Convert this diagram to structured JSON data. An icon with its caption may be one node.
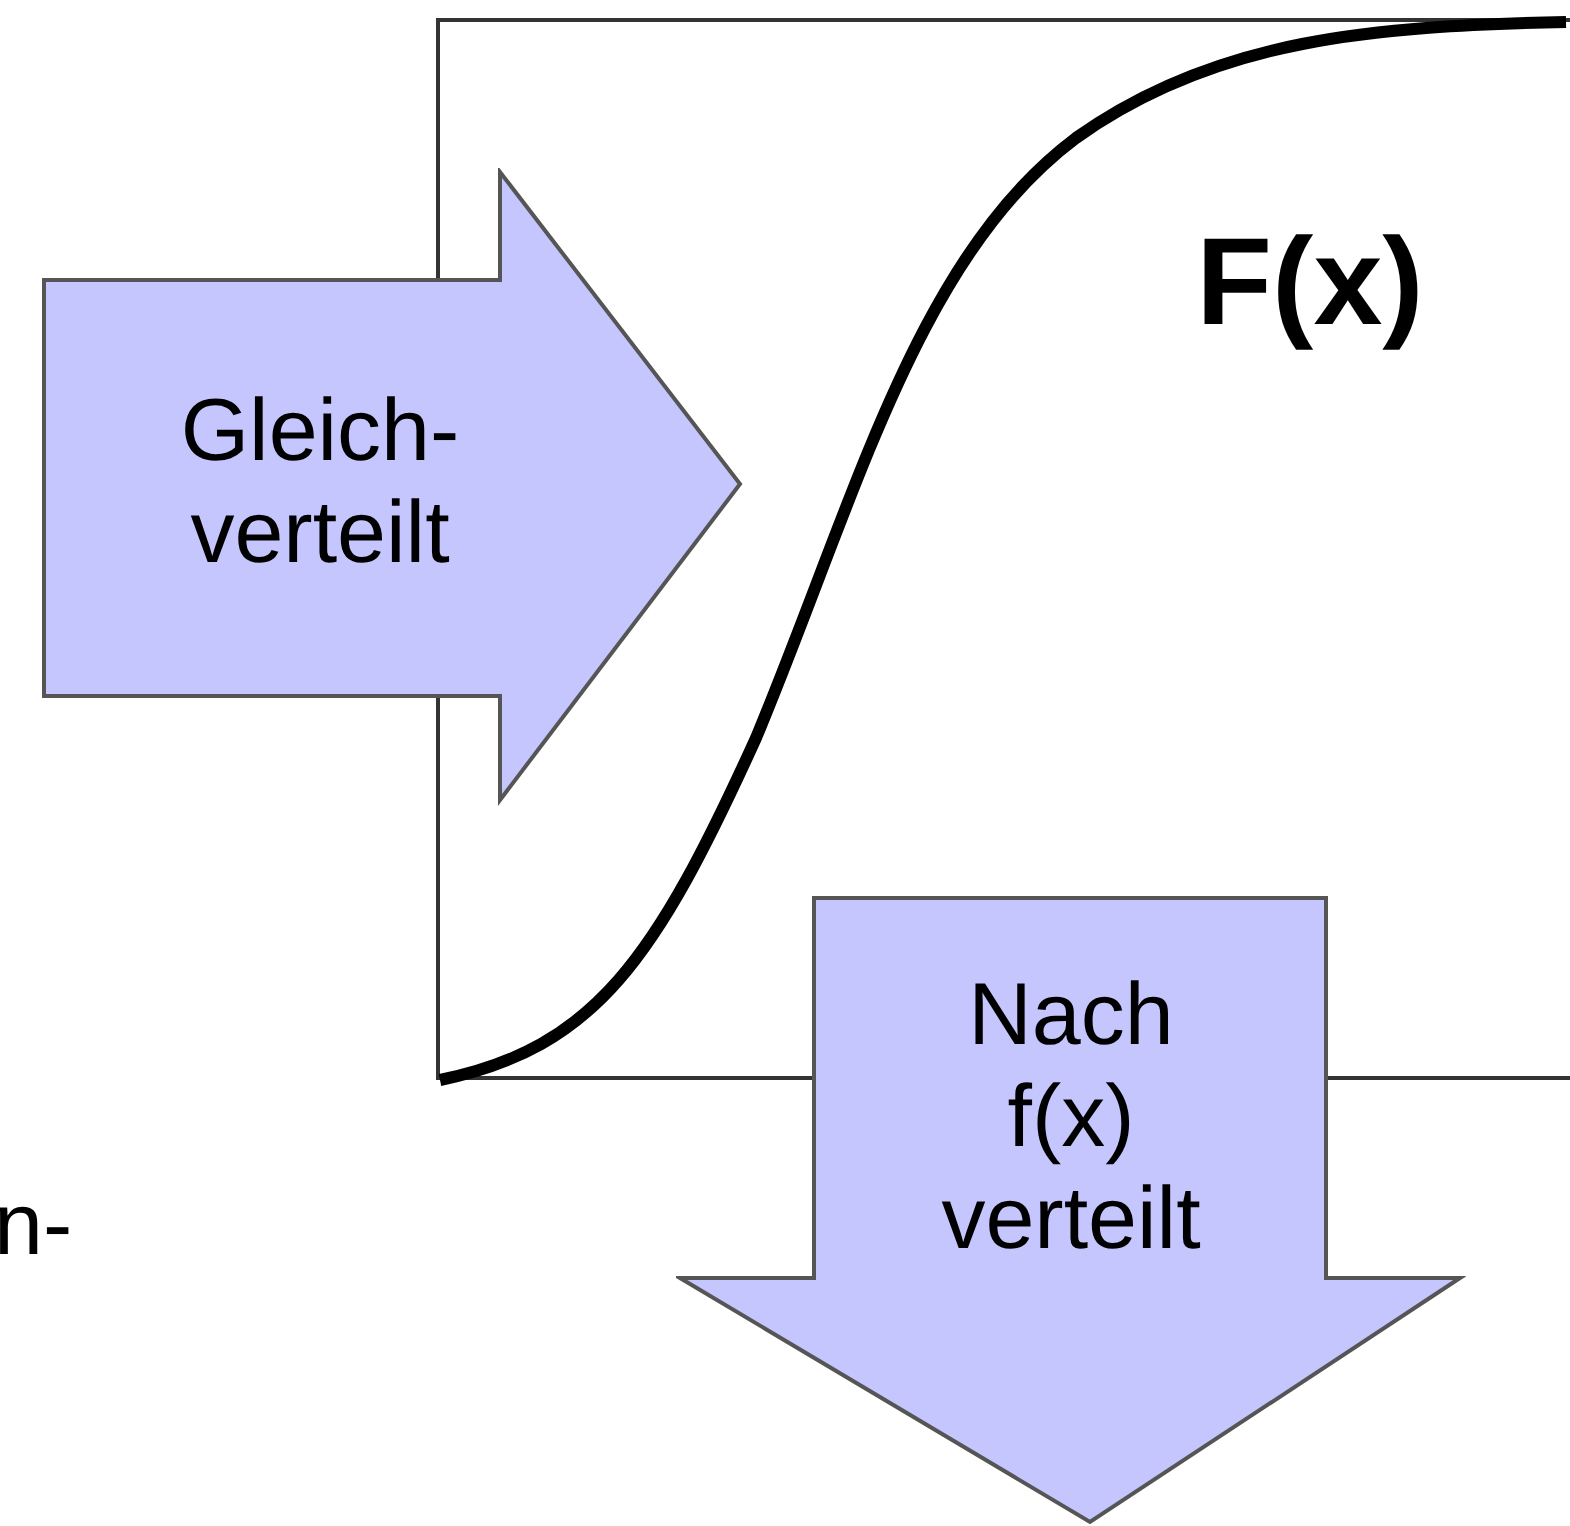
{
  "diagram": {
    "nodes": [
      {
        "text": [
          "F(x)"
        ]
      },
      {
        "text": [
          "Gleich- verteilt"
        ]
      },
      {
        "text": [
          "Nach f(x) verteilt"
        ]
      }
    ],
    "edges": [],
    "labels": [
      "n-"
    ]
  }
}
